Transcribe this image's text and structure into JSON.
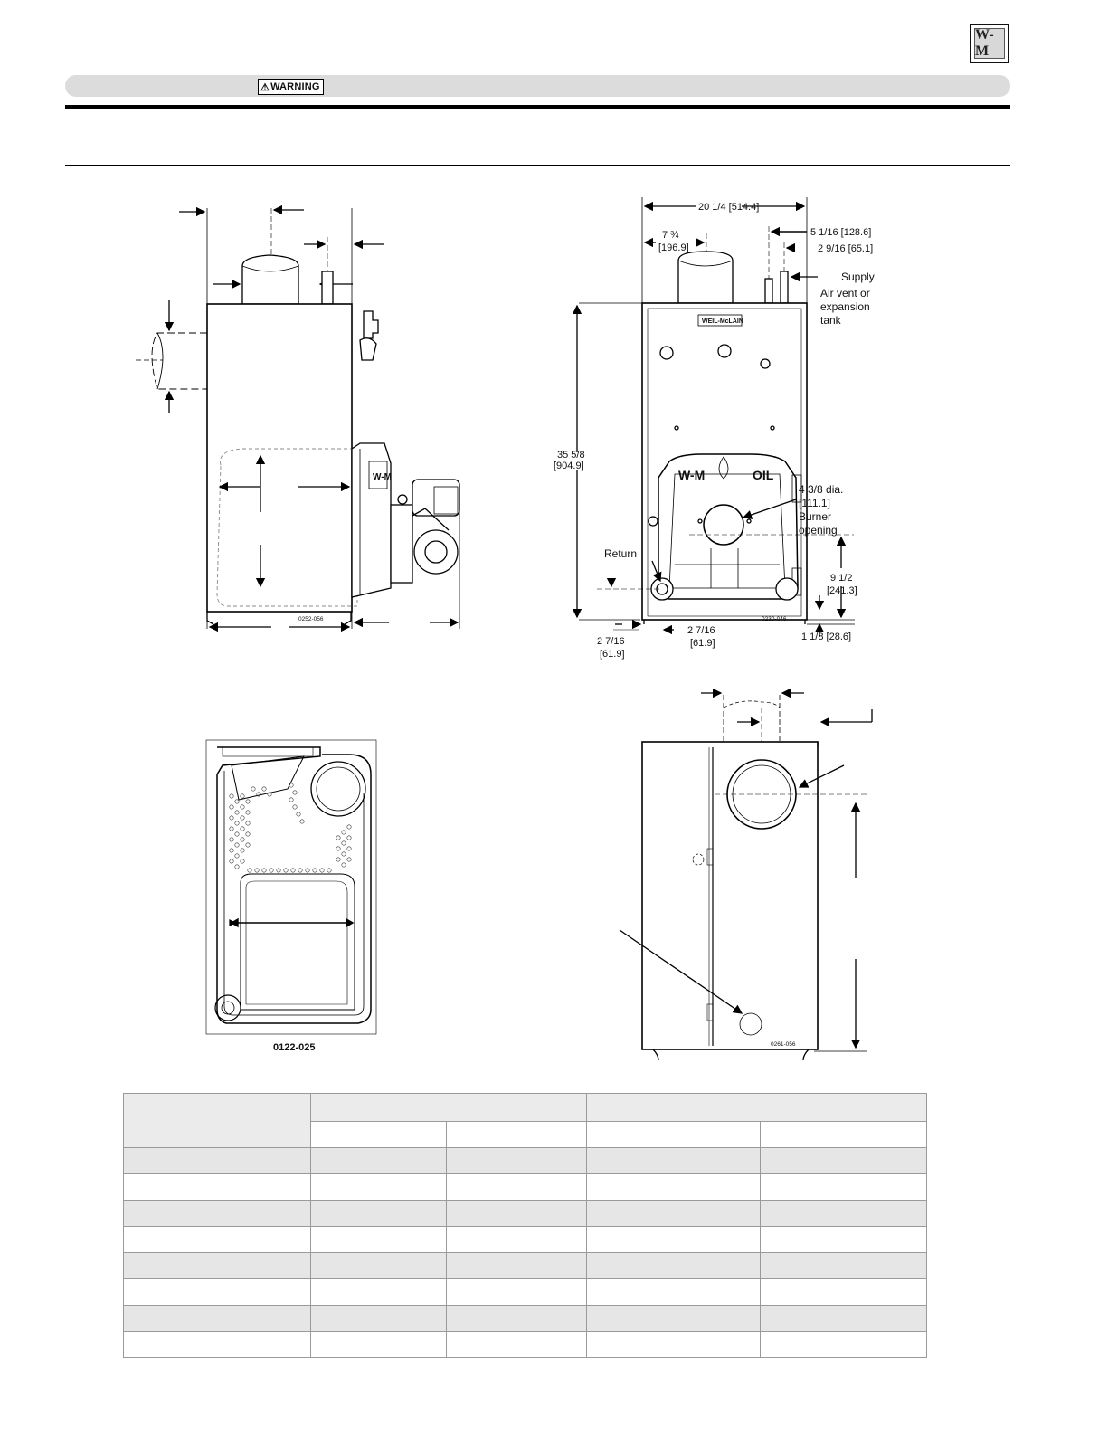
{
  "header": {
    "logo_text": "W-M",
    "warning_label": "WARNING"
  },
  "figure_left_top": {
    "code": "0252-056"
  },
  "figure_right_top": {
    "code": "0230-046",
    "dim_width": "20 1/4 [514.4]",
    "dim_flue_offset_a": "7 ¾",
    "dim_flue_offset_b": "[196.9]",
    "dim_supply_a": "5 1/16 [128.6]",
    "dim_supply_b": "2 9/16 [65.1]",
    "label_supply": "Supply",
    "label_air_vent_1": "Air vent or",
    "label_air_vent_2": "expansion",
    "label_air_vent_3": "tank",
    "dim_height_a": "35 5/8",
    "dim_height_b": "[904.9]",
    "dim_burner_a": "4 3/8 dia.",
    "dim_burner_b": "[111.1]",
    "label_burner_1": "Burner",
    "label_burner_2": "opening",
    "label_return": "Return",
    "dim_burner_height_a": "9 1/2",
    "dim_burner_height_b": "[241.3]",
    "dim_return_left_a": "2 7/16",
    "dim_return_left_b": "[61.9]",
    "dim_return_right_a": "2 7/16",
    "dim_return_right_b": "[61.9]",
    "dim_base": "1 1/8 [28.6]",
    "plate_text": "WEIL-McLAIN",
    "door_text_left": "W-M",
    "door_text_right": "OIL"
  },
  "figure_left_bottom": {
    "code": "0122-025"
  },
  "figure_right_bottom": {
    "code": "0261-056"
  },
  "table": {
    "rows": 10
  }
}
